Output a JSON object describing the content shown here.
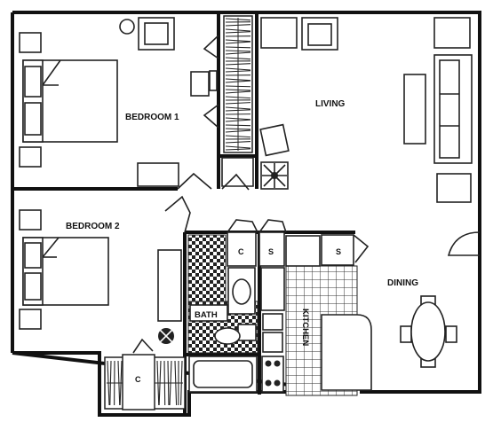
{
  "rooms": {
    "bedroom1": "BEDROOM 1",
    "bedroom2": "BEDROOM 2",
    "living": "LIVING",
    "dining": "DINING",
    "bath": "BATH",
    "kitchen": "KITCHEN"
  },
  "closet_marks": {
    "closet_c_bath": "C",
    "closet_s1": "S",
    "closet_s2": "S",
    "closet_c_bottom": "C"
  },
  "icons": [
    "bed-icon",
    "chair-icon",
    "sofa-icon",
    "table-icon",
    "plant-icon",
    "bathtub-icon",
    "toilet-icon",
    "sink-icon",
    "stove-icon",
    "door-swing-icon"
  ]
}
